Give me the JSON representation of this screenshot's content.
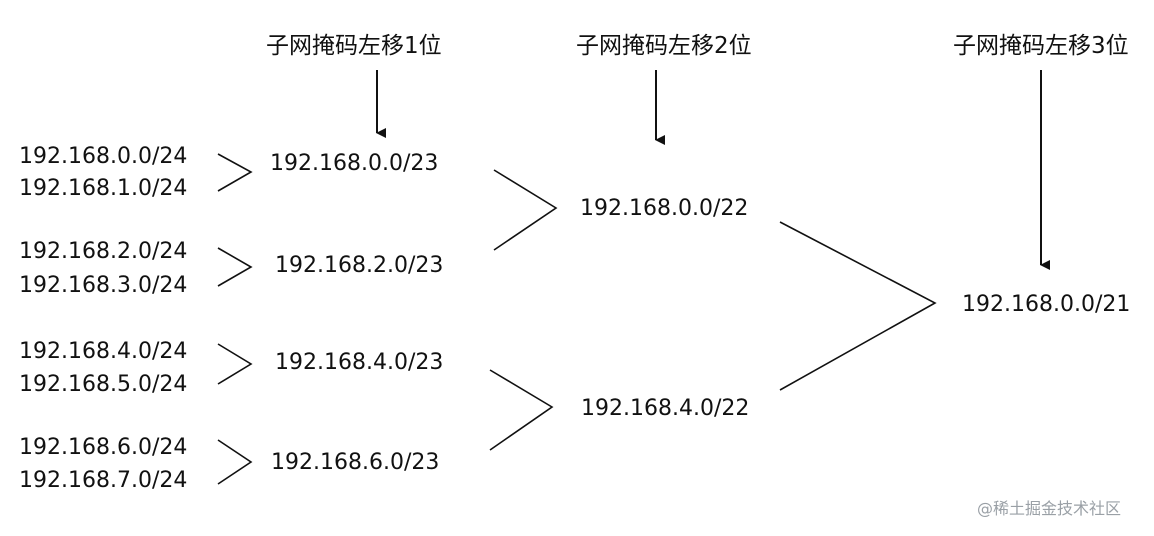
{
  "diagram": {
    "headers": [
      "子网掩码左移1位",
      "子网掩码左移2位",
      "子网掩码左移3位"
    ],
    "level0": [
      "192.168.0.0/24",
      "192.168.1.0/24",
      "192.168.2.0/24",
      "192.168.3.0/24",
      "192.168.4.0/24",
      "192.168.5.0/24",
      "192.168.6.0/24",
      "192.168.7.0/24"
    ],
    "level1": [
      "192.168.0.0/23",
      "192.168.2.0/23",
      "192.168.4.0/23",
      "192.168.6.0/23"
    ],
    "level2": [
      "192.168.0.0/22",
      "192.168.4.0/22"
    ],
    "level3": [
      "192.168.0.0/21"
    ]
  },
  "watermark": "@稀土掘金技术社区",
  "colors": {
    "line": "#111111",
    "text": "#111111",
    "watermark": "#9aa0a6"
  }
}
